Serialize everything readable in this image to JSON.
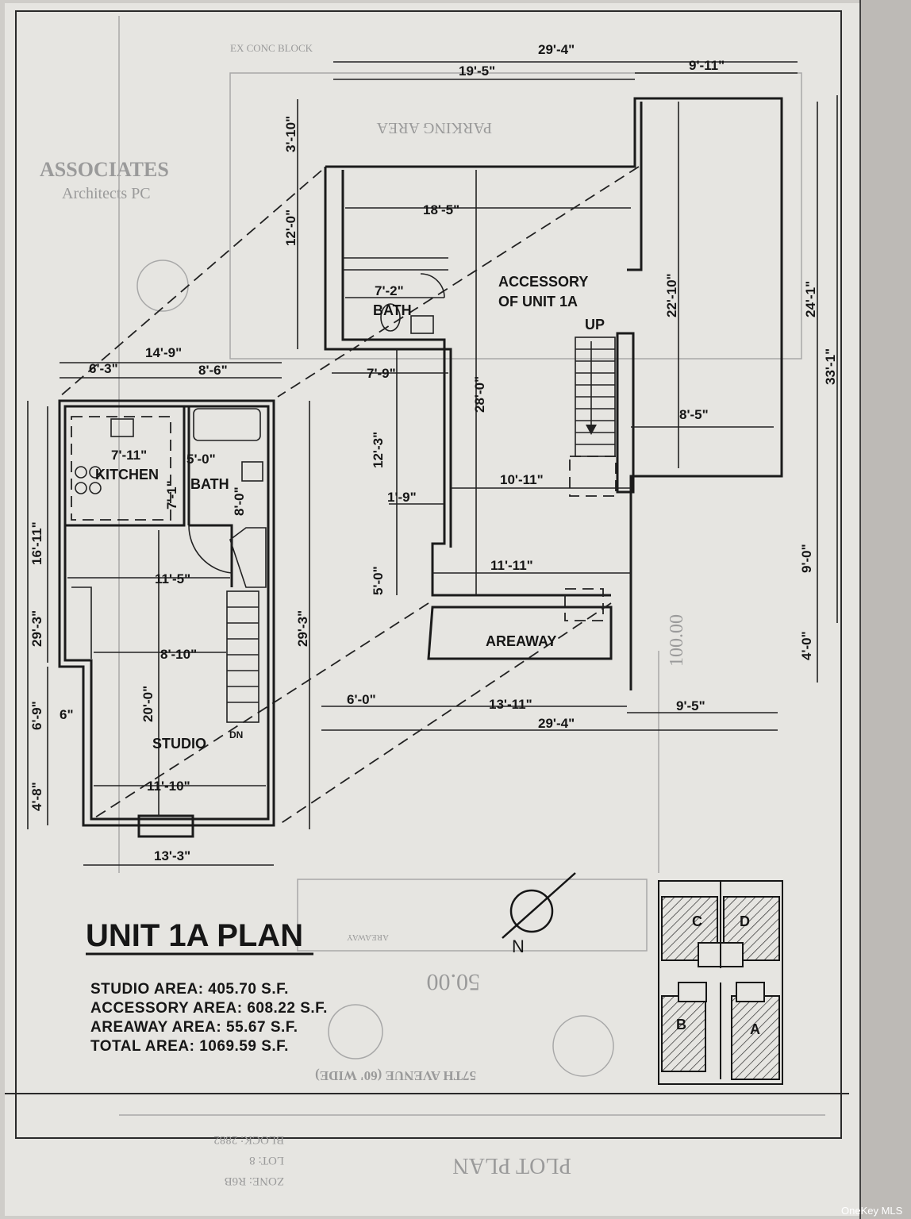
{
  "plan": {
    "title": "UNIT 1A PLAN",
    "areas": [
      "STUDIO AREA: 405.70 S.F.",
      "ACCESSORY AREA: 608.22 S.F.",
      "AREAWAY AREA: 55.67 S.F.",
      "TOTAL AREA: 1069.59 S.F."
    ]
  },
  "rooms": {
    "kitchen": "KITCHEN",
    "bath_studio": "BATH",
    "bath_accessory": "BATH",
    "studio": "STUDIO",
    "accessory_line1": "ACCESSORY",
    "accessory_line2": "OF UNIT 1A",
    "areaway": "AREAWAY",
    "up": "UP",
    "dn": "DN"
  },
  "dimensions": {
    "top_total": "29'-4\"",
    "top_left": "19'-5\"",
    "top_right": "9'-11\"",
    "d_3_10": "3'-10\"",
    "d_12_0": "12'-0\"",
    "d_18_5": "18'-5\"",
    "d_7_2": "7'-2\"",
    "d_22_10": "22'-10\"",
    "d_24_1": "24'-1\"",
    "d_33_1": "33'-1\"",
    "d_14_9": "14'-9\"",
    "d_6_3": "6'-3\"",
    "d_8_6": "8'-6\"",
    "d_7_9": "7'-9\"",
    "d_28_0": "28'-0\"",
    "d_12_3": "12'-3\"",
    "d_8_5": "8'-5\"",
    "d_7_11": "7'-11\"",
    "d_5_0a": "5'-0\"",
    "d_7_1": "7'-1\"",
    "d_8_0": "8'-0\"",
    "d_10_11": "10'-11\"",
    "d_1_9": "1'-9\"",
    "d_16_11": "16'-11\"",
    "d_11_5": "11'-5\"",
    "d_5_0b": "5'-0\"",
    "d_11_11": "11'-11\"",
    "d_9_0": "9'-0\"",
    "d_29_3_left": "29'-3\"",
    "d_29_3_mid": "29'-3\"",
    "d_8_10": "8'-10\"",
    "d_4_0": "4'-0\"",
    "d_6_9": "6'-9\"",
    "d_6": "6\"",
    "d_20_0": "20'-0\"",
    "d_6_0": "6'-0\"",
    "d_13_11": "13'-11\"",
    "d_9_5": "9'-5\"",
    "d_29_4_bottom": "29'-4\"",
    "d_4_8": "4'-8\"",
    "d_11_10": "11'-10\"",
    "d_13_3": "13'-3\""
  },
  "background": {
    "parking": "PARKING AREA",
    "associates": "ASSOCIATES",
    "architects": "Architects PC",
    "conc_block": "EX CONC BLOCK",
    "avenue": "57TH AVENUE (60' WIDE)",
    "fifty": "50.00",
    "hundred": "100.00",
    "plot_plan": "PLOT PLAN",
    "block": "BLOCK: 2882",
    "lot": "LOT: 8",
    "zone": "ZONE: R6B",
    "areaway_bg": "AREAWAY"
  },
  "north_label": "N",
  "key_plan": {
    "units": [
      "C",
      "D",
      "B",
      "A"
    ]
  },
  "watermark": "OneKey MLS"
}
